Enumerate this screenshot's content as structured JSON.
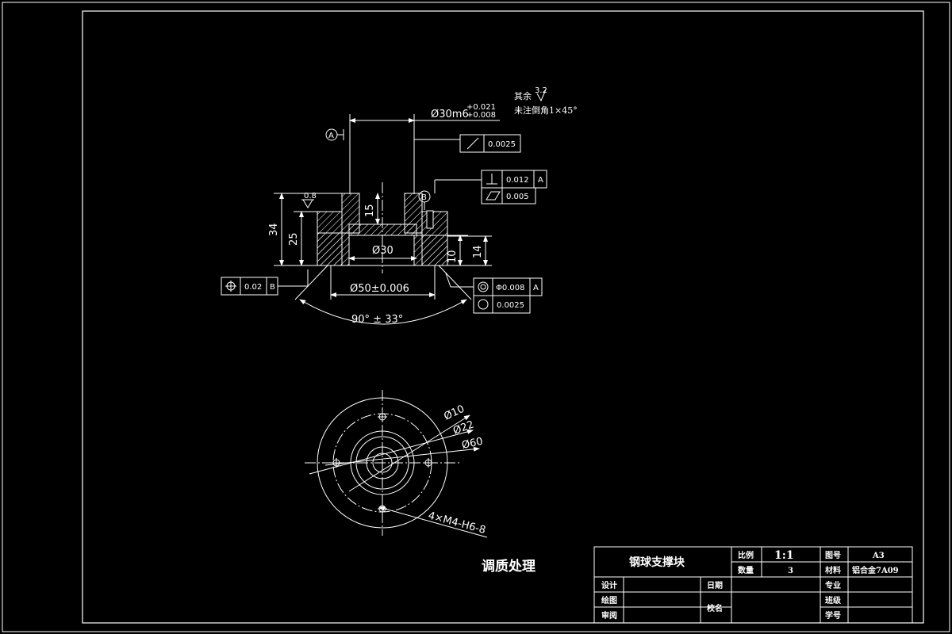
{
  "drawing": {
    "title": "钢球支撑块",
    "treatment_note": "调质处理",
    "roughness_other_label": "其余",
    "roughness_other_value": "3.2",
    "chamfer_note": "未注倒角1×45°",
    "roughness_face": "0.8"
  },
  "dimensions": {
    "shaft_diameter": "Ø30m6",
    "shaft_tol_upper": "+0.021",
    "shaft_tol_lower": "+0.008",
    "height_total": "34",
    "height_body": "25",
    "recess_depth": "15",
    "bore_diameter": "Ø30",
    "step_10": "10",
    "step_14": "14",
    "base_diameter": "Ø50±0.006",
    "cone_angle": "90° ± 33°",
    "hole_dia": "Ø10",
    "circle_22": "Ø22",
    "circle_60": "Ø60",
    "thread_callout": "4×M4-H6-8"
  },
  "datums": {
    "a": "A",
    "b": "B"
  },
  "tolerances": {
    "circular_runout": {
      "symbol": "circular-runout-icon",
      "value": "0.0025"
    },
    "perpendicularity": {
      "symbol": "perpendicularity-icon",
      "value": "0.012",
      "datum": "A"
    },
    "flatness": {
      "symbol": "flatness-icon",
      "value": "0.005"
    },
    "position": {
      "symbol": "position-icon",
      "value": "0.02",
      "datum": "B"
    },
    "coaxiality": {
      "symbol": "coaxiality-icon",
      "value": "Φ0.008",
      "datum": "A"
    },
    "roundness": {
      "symbol": "roundness-icon",
      "value": "0.0025"
    }
  },
  "title_block": {
    "scale_label": "比例",
    "scale_value": "1:1",
    "drawing_no_label": "图号",
    "drawing_no_value": "A3",
    "quantity_label": "数量",
    "quantity_value": "3",
    "material_label": "材料",
    "material_value": "铝合金7A09",
    "design_label": "设计",
    "date_label": "日期",
    "major_label": "专业",
    "draw_label": "绘图",
    "class_label": "班级",
    "school_label": "校名",
    "review_label": "审阅",
    "student_no_label": "学号"
  },
  "colors": {
    "background": "#000000",
    "line": "#ffffff"
  }
}
